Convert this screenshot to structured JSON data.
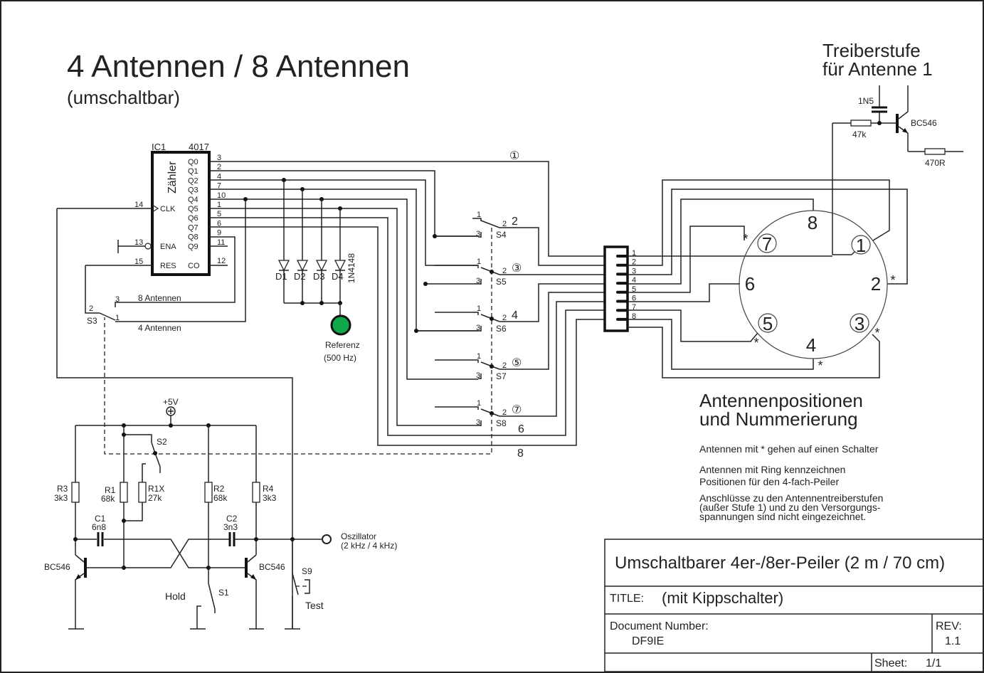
{
  "heading": {
    "title": "4 Antennen / 8 Antennen",
    "subtitle": "(umschaltbar)"
  },
  "driver": {
    "title_line1": "Treiberstufe",
    "title_line2": "für Antenne 1",
    "capacitor": "1N5",
    "resistor_base": "47k",
    "transistor": "BC546",
    "resistor_emitter": "470R"
  },
  "ic": {
    "ref": "IC1",
    "part": "4017",
    "name": "Zähler",
    "outputs": [
      {
        "label": "Q0",
        "pin": "3"
      },
      {
        "label": "Q1",
        "pin": "2"
      },
      {
        "label": "Q2",
        "pin": "4"
      },
      {
        "label": "Q3",
        "pin": "7"
      },
      {
        "label": "Q4",
        "pin": "10"
      },
      {
        "label": "Q5",
        "pin": "1"
      },
      {
        "label": "Q6",
        "pin": "5"
      },
      {
        "label": "Q7",
        "pin": "6"
      },
      {
        "label": "Q8",
        "pin": "9"
      },
      {
        "label": "Q9",
        "pin": "11"
      }
    ],
    "clk": {
      "label": "CLK",
      "pin": "14"
    },
    "ena": {
      "label": "ENA",
      "pin": "13"
    },
    "res": {
      "label": "RES",
      "pin": "15"
    },
    "co": {
      "label": "CO",
      "pin": "12"
    }
  },
  "mode_switch": {
    "ref": "S3",
    "pin1": "1",
    "pin2": "2",
    "pin3": "3",
    "label_8": "8 Antennen",
    "label_4": "4 Antennen"
  },
  "diodes": {
    "refs": [
      "D1",
      "D2",
      "D3",
      "D4"
    ],
    "part": "1N4148",
    "led_label": "Referenz",
    "led_freq": "(500 Hz)",
    "led_color": "#10a84a"
  },
  "switches": [
    {
      "ref": "S4",
      "out": "2"
    },
    {
      "ref": "S5",
      "out": "③"
    },
    {
      "ref": "S6",
      "out": "4"
    },
    {
      "ref": "S7",
      "out": "⑤"
    },
    {
      "ref": "S8",
      "out": "⑦"
    }
  ],
  "switch_pins": {
    "p1": "1",
    "p2": "2",
    "p3": "3"
  },
  "direct_labels": {
    "a1": "①",
    "a6": "6",
    "a8": "8"
  },
  "connector": {
    "pins": [
      "1",
      "2",
      "3",
      "4",
      "5",
      "6",
      "7",
      "8"
    ]
  },
  "antennas": [
    {
      "n": "1",
      "ring": true,
      "star": false
    },
    {
      "n": "2",
      "ring": false,
      "star": true
    },
    {
      "n": "3",
      "ring": true,
      "star": true
    },
    {
      "n": "4",
      "ring": false,
      "star": true
    },
    {
      "n": "5",
      "ring": true,
      "star": true
    },
    {
      "n": "6",
      "ring": false,
      "star": false
    },
    {
      "n": "7",
      "ring": true,
      "star": true
    },
    {
      "n": "8",
      "ring": false,
      "star": false
    }
  ],
  "star": "*",
  "notes": {
    "heading_line1": "Antennenpositionen",
    "heading_line2": "und Nummerierung",
    "note1": "Antennen mit * gehen auf einen Schalter",
    "note2_line1": "Antennen mit Ring kennzeichnen",
    "note2_line2": "Positionen für den 4-fach-Peiler",
    "note3_line1": "Anschlüsse zu den Antennentreiberstufen",
    "note3_line2": "(außer Stufe 1) und zu den Versorgungs-",
    "note3_line3": "spannungen sind nicht eingezeichnet."
  },
  "oscillator": {
    "supply": "+5V",
    "R3": {
      "ref": "R3",
      "val": "3k3"
    },
    "R1": {
      "ref": "R1",
      "val": "68k"
    },
    "R1X": {
      "ref": "R1X",
      "val": "27k"
    },
    "R2": {
      "ref": "R2",
      "val": "68k"
    },
    "R4": {
      "ref": "R4",
      "val": "3k3"
    },
    "C1": {
      "ref": "C1",
      "val": "6n8"
    },
    "C2": {
      "ref": "C2",
      "val": "3n3"
    },
    "T1": "BC546",
    "T2": "BC546",
    "S2": "S2",
    "S1": "S1",
    "S9": "S9",
    "hold": "Hold",
    "test": "Test",
    "out_label": "Oszillator",
    "out_freq": "(2 kHz / 4 kHz)"
  },
  "titleblock": {
    "project": "Umschaltbarer 4er-/8er-Peiler (2 m / 70 cm)",
    "title_label": "TITLE:",
    "title_value": "(mit Kippschalter)",
    "docnum_label": "Document Number:",
    "docnum_value": "DF9IE",
    "rev_label": "REV:",
    "rev_value": "1.1",
    "sheet_label": "Sheet:",
    "sheet_value": "1/1"
  }
}
